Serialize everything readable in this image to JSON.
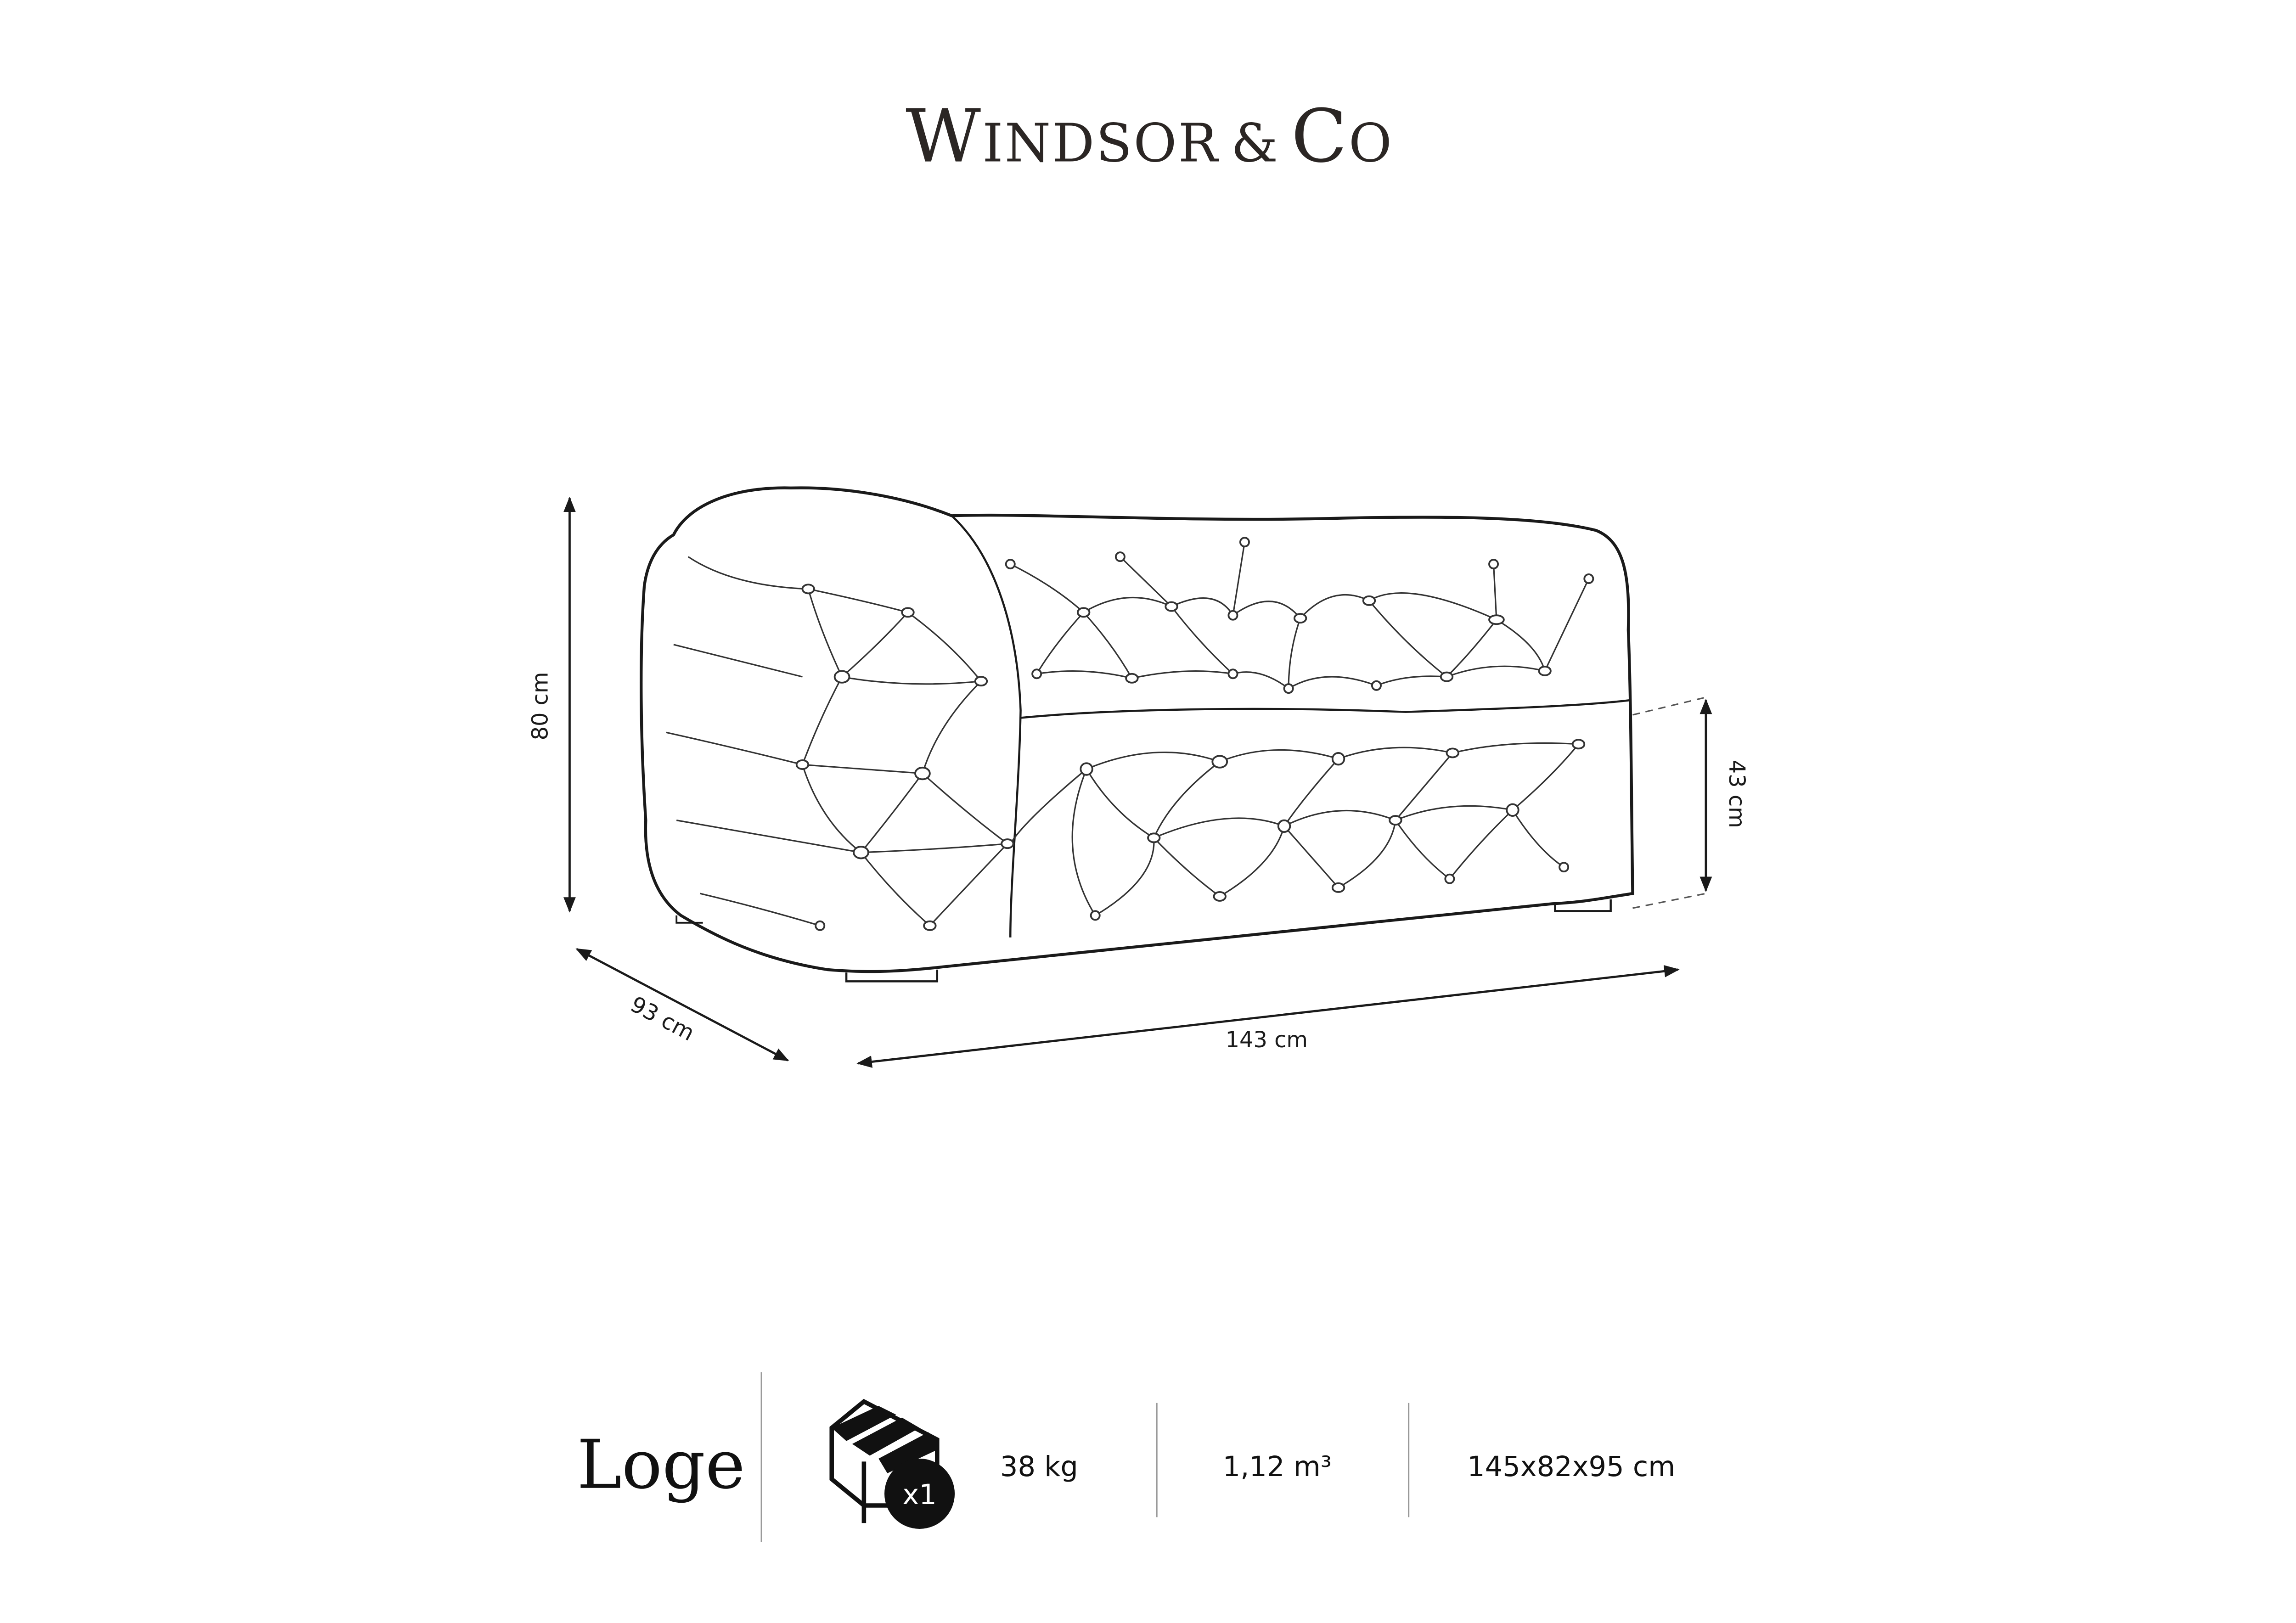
{
  "brand": {
    "name_first": "W",
    "name_rest": "INDSOR",
    "name_amp": "&",
    "name_co_c": "C",
    "name_co_o": "O"
  },
  "dimensions": {
    "height": "80 cm",
    "seat_height": "43 cm",
    "depth": "93 cm",
    "width": "143 cm"
  },
  "product": {
    "name": "Loge",
    "package_count": "x1",
    "weight": "38 kg",
    "volume": "1,12 m³",
    "package_size": "145x82x95 cm"
  },
  "colors": {
    "ink": "#1a1a1a",
    "logo": "#2b2624",
    "divider": "#9a9a9a"
  }
}
